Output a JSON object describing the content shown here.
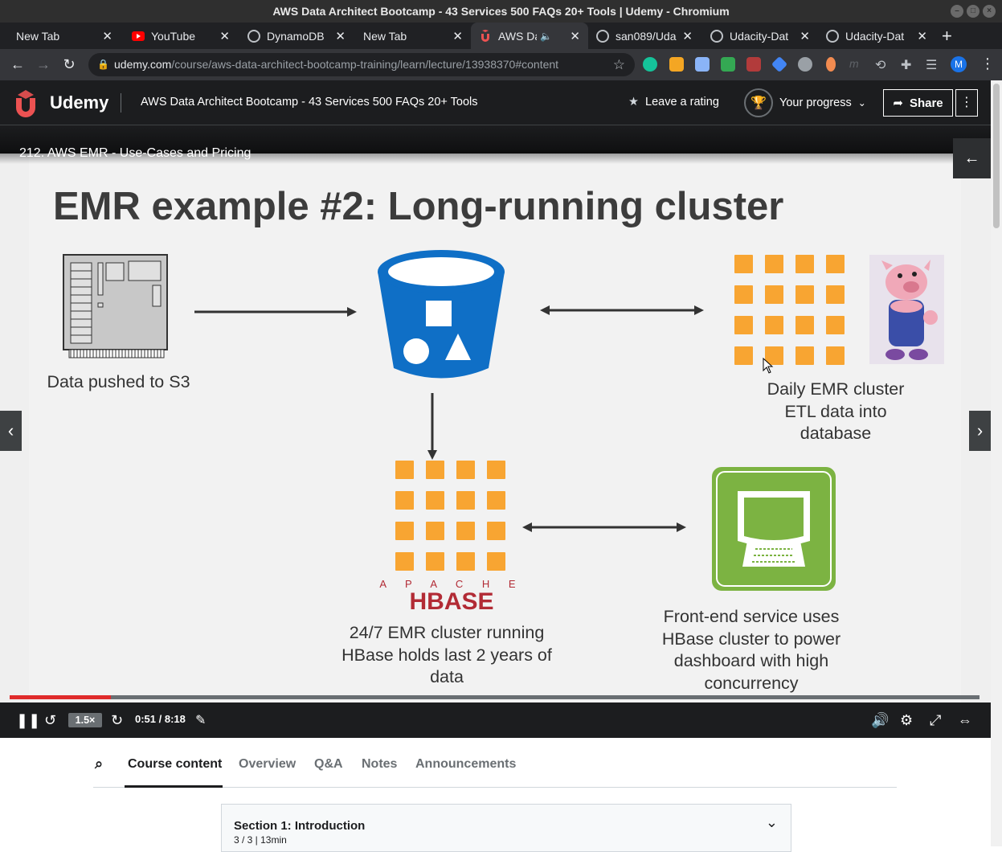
{
  "window": {
    "title": "AWS Data Architect Bootcamp - 43 Services 500 FAQs 20+ Tools | Udemy - Chromium"
  },
  "tabs": [
    {
      "label": "New Tab"
    },
    {
      "label": "YouTube"
    },
    {
      "label": "DynamoDB"
    },
    {
      "label": "New Tab"
    },
    {
      "label": "AWS Dat"
    },
    {
      "label": "san089/Uda"
    },
    {
      "label": "Udacity-Dat"
    },
    {
      "label": "Udacity-Dat"
    }
  ],
  "omnibox": {
    "host": "udemy.com",
    "path": "/course/aws-data-architect-bootcamp-training/learn/lecture/13938370#content"
  },
  "profile": {
    "initial": "M"
  },
  "header": {
    "brand": "Udemy",
    "course_title": "AWS Data Architect Bootcamp - 43 Services 500 FAQs 20+ Tools",
    "rating_label": "Leave a rating",
    "progress_label": "Your progress",
    "share_label": "Share"
  },
  "video": {
    "lecture_title": "212. AWS EMR - Use-Cases and Pricing",
    "slide": {
      "heading": "EMR example #2: Long-running cluster",
      "caption_source": "Data pushed to S3",
      "caption_daily_1": "Daily EMR cluster",
      "caption_daily_2": "ETL data into",
      "caption_daily_3": "database",
      "caption_hbase_1": "24/7 EMR cluster running",
      "caption_hbase_2": "HBase holds last 2 years of",
      "caption_hbase_3": "data",
      "caption_front_1": "Front-end service uses",
      "caption_front_2": "HBase cluster to power",
      "caption_front_3": "dashboard with high",
      "caption_front_4": "concurrency",
      "apache_label": "A P A C H E",
      "hbase_label": "HBASE"
    },
    "controls": {
      "speed": "1.5×",
      "time": "0:51 / 8:18",
      "progress": 0.104
    }
  },
  "course_tabs": [
    "Course content",
    "Overview",
    "Q&A",
    "Notes",
    "Announcements"
  ],
  "section": {
    "title": "Section 1: Introduction",
    "meta": "3 / 3 | 13min"
  },
  "colors": {
    "accent": "#a435f0",
    "brand_red": "#e02b2b",
    "hbase_orange": "#f8a532",
    "s3_blue": "#0f6fc6",
    "frontend_green": "#7cb342"
  }
}
